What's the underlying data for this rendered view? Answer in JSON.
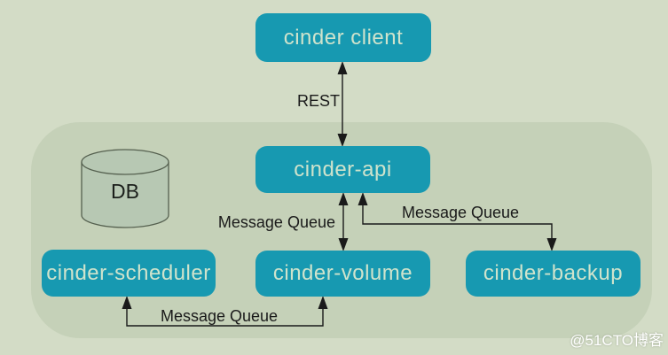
{
  "nodes": {
    "client": {
      "label": "cinder client"
    },
    "api": {
      "label": "cinder-api"
    },
    "scheduler": {
      "label": "cinder-scheduler"
    },
    "volume": {
      "label": "cinder-volume"
    },
    "backup": {
      "label": "cinder-backup"
    },
    "db": {
      "label": "DB"
    }
  },
  "edges": {
    "client_api": {
      "label": "REST"
    },
    "api_volume": {
      "label": "Message Queue"
    },
    "api_backup": {
      "label": "Message Queue"
    },
    "scheduler_volume": {
      "label": "Message Queue"
    }
  },
  "colors": {
    "outer_background": "#d3dcc6",
    "container_background": "#c5d1b8",
    "node_fill": "#1799b1",
    "node_text": "#cfe3cc",
    "line": "#1a1a1a",
    "cylinder_fill": "#b7c8b3",
    "cylinder_stroke": "#55604f",
    "watermark_text": "#ffffff"
  },
  "watermark": {
    "label": "@51CTO博客"
  }
}
